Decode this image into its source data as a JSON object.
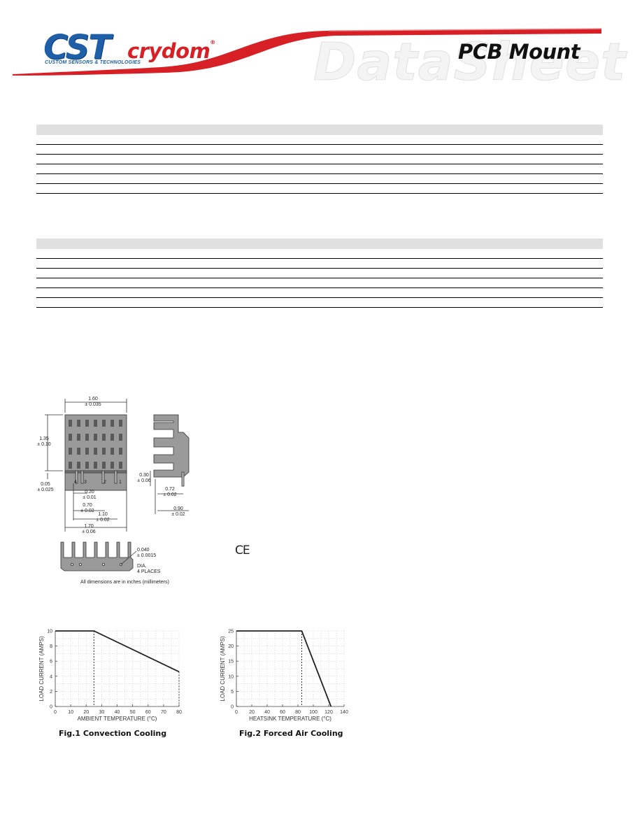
{
  "header": {
    "logo_text": "CST",
    "logo_subtitle": "CUSTOM SENSORS & TECHNOLOGIES",
    "brand": "crydom",
    "watermark": "DataSheet",
    "title": "PCB Mount",
    "colors": {
      "cst_blue": "#1f5fa8",
      "crydom_red": "#d71f26",
      "swoosh_red": "#d71f26"
    }
  },
  "tables": [
    {
      "rows": 6
    },
    {
      "rows": 6
    }
  ],
  "drawing": {
    "dims": {
      "width_top": "1.60",
      "width_top_tol": "± 0.035",
      "height": "1.35",
      "height_tol": "± 0.10",
      "offset": "0.05",
      "offset_tol": "± 0.025",
      "pin_space": "0.20",
      "pin_space_tol": "± 0.01",
      "pin_span1": "0.70",
      "pin_span1_tol": "± 0.02",
      "pin_span2": "1.10",
      "pin_span2_tol": "± 0.02",
      "total": "1.70",
      "total_tol": "± 0.06",
      "pin_len": "0.30",
      "pin_len_tol": "± 0.06",
      "depth1": "0.72",
      "depth1_tol": "± 0.02",
      "depth2": "0.90",
      "depth2_tol": "± 0.02",
      "hole": "0.040",
      "hole_tol": "± 0.0015",
      "hole_note1": "DIA.",
      "hole_note2": "4 PLACES",
      "pin_labels": [
        "4",
        "3",
        "2",
        "1"
      ]
    },
    "note": "All dimensions are in inches (millimeters)",
    "ce_mark": "CE"
  },
  "chart_data": [
    {
      "type": "line",
      "title": "Fig.1 Convection Cooling",
      "xlabel": "AMBIENT TEMPERATURE (°C)",
      "ylabel": "LOAD CURRENT (AMPS)",
      "xlim": [
        0,
        80
      ],
      "ylim": [
        0,
        10
      ],
      "xticks": [
        0,
        10,
        20,
        30,
        40,
        50,
        60,
        70,
        80
      ],
      "yticks": [
        0,
        2,
        4,
        6,
        8,
        10
      ],
      "grid": true,
      "x": [
        0,
        25,
        80
      ],
      "y": [
        10,
        10,
        4.6
      ],
      "markers_dashed_x": [
        25,
        80
      ]
    },
    {
      "type": "line",
      "title": "Fig.2 Forced Air Cooling",
      "xlabel": "HEATSINK TEMPERATURE (°C)",
      "ylabel": "LOAD CURRENT (AMPS)",
      "xlim": [
        0,
        140
      ],
      "ylim": [
        0,
        25
      ],
      "xticks": [
        0,
        20,
        40,
        60,
        80,
        100,
        120,
        140
      ],
      "yticks": [
        0,
        5,
        10,
        15,
        20,
        25
      ],
      "grid": true,
      "x": [
        0,
        85,
        123
      ],
      "y": [
        25,
        25,
        0
      ],
      "markers_dashed_x": [
        85
      ]
    }
  ]
}
